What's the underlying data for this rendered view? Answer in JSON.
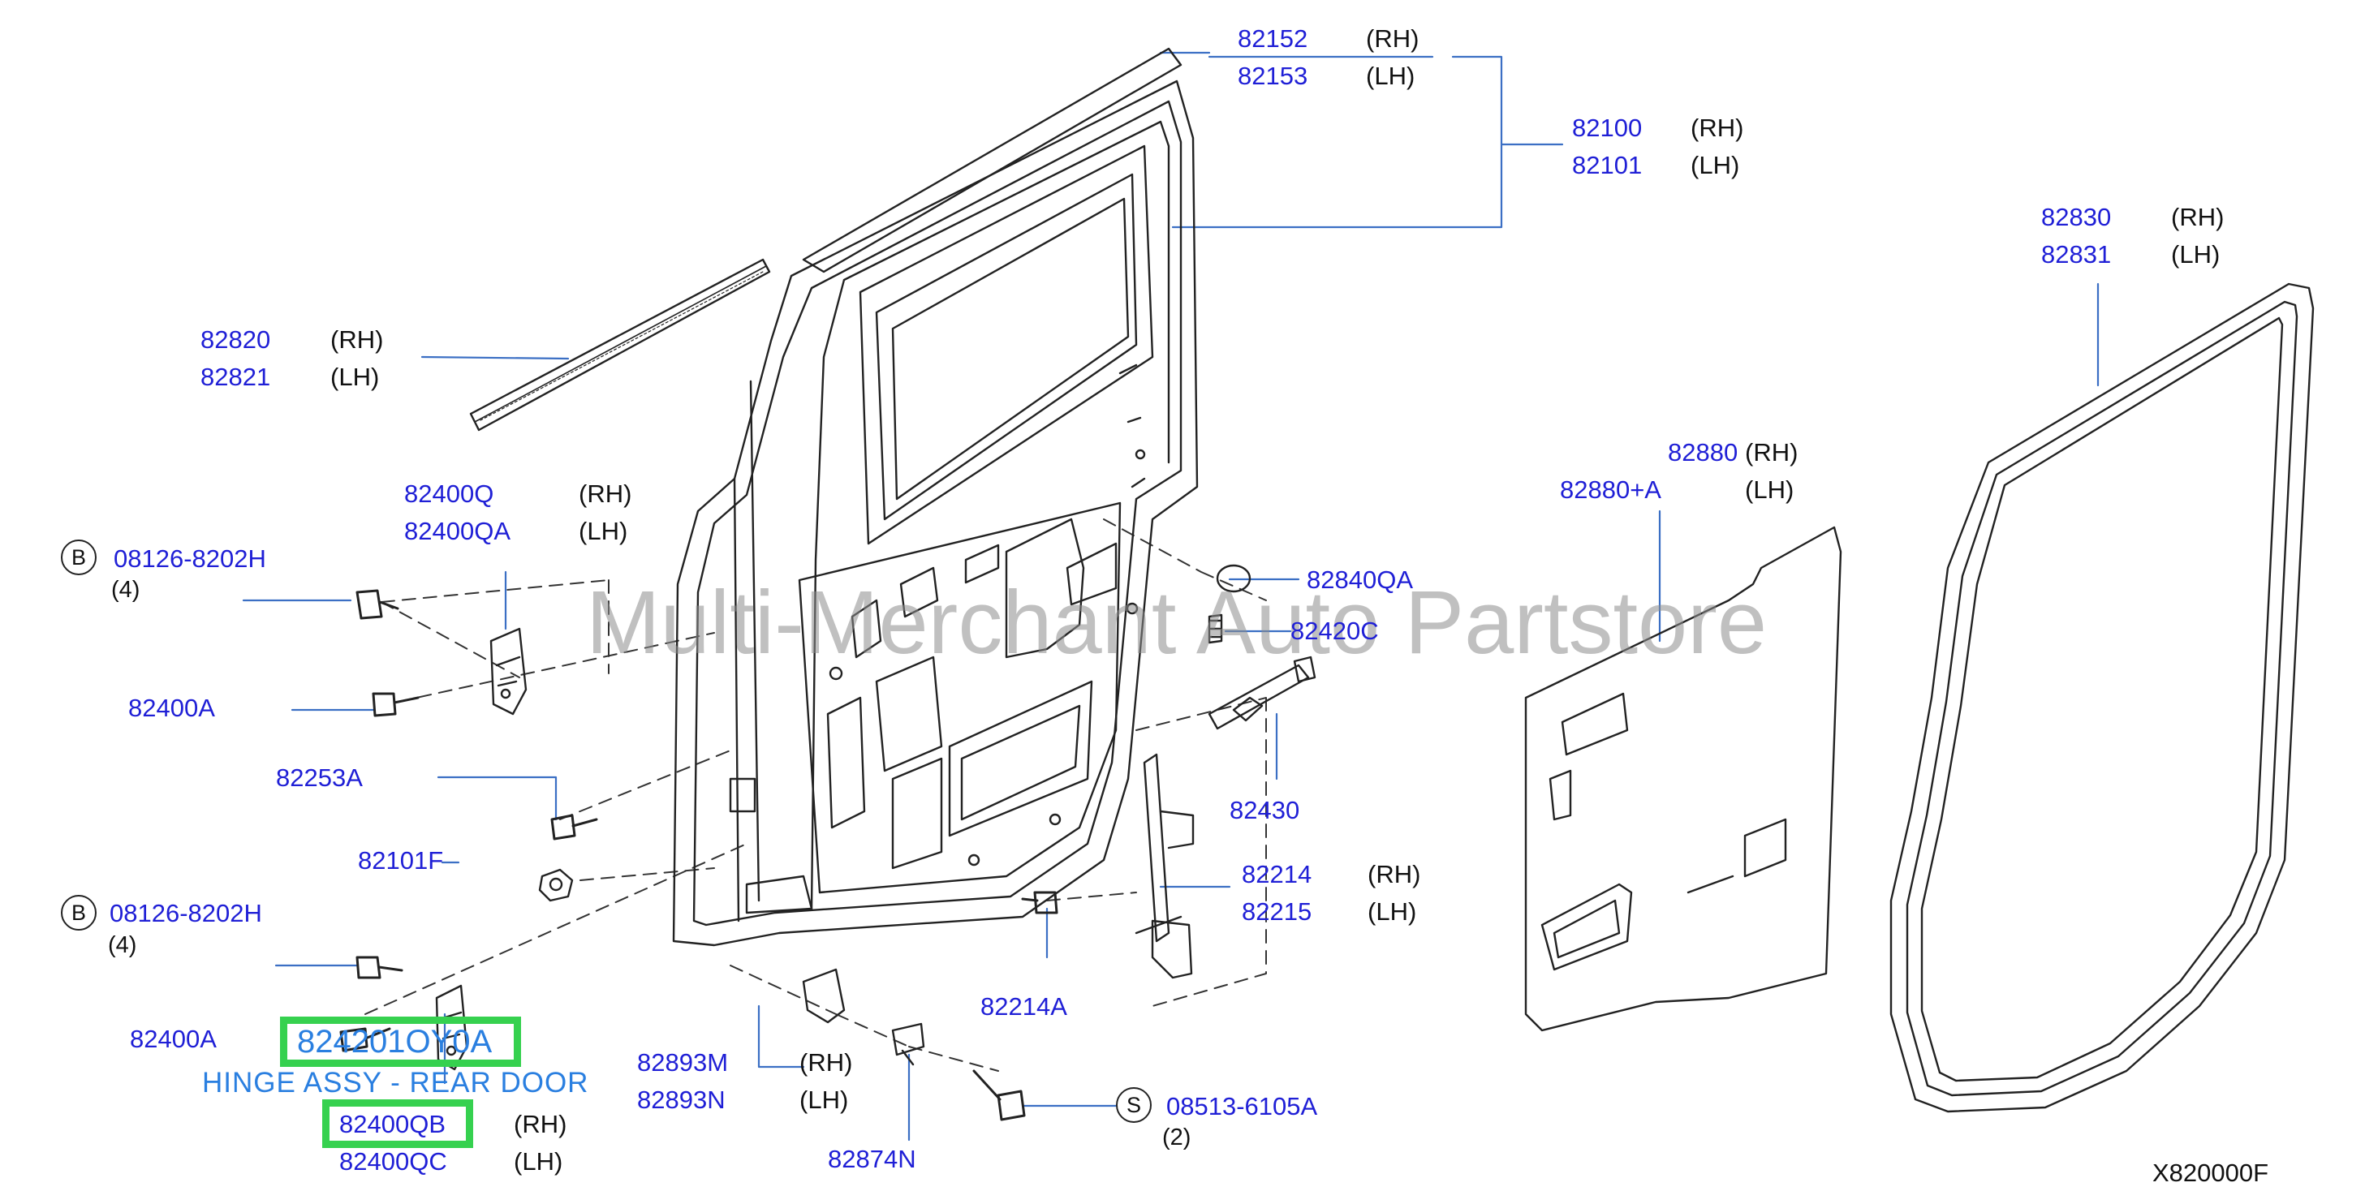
{
  "watermark": "Multi-Merchant Auto Partstore",
  "diagram_code": "X820000F",
  "side_rh": "(RH)",
  "side_lh": "(LH)",
  "colors": {
    "part_number": "#1f1fd6",
    "highlight_box": "#36d14f",
    "highlight_text": "#2a7fe0"
  },
  "labels": {
    "p82152": "82152",
    "p82153": "82153",
    "p82100": "82100",
    "p82101": "82101",
    "p82830": "82830",
    "p82831": "82831",
    "p82820": "82820",
    "p82821": "82821",
    "p82400Q": "82400Q",
    "p82400QA": "82400QA",
    "p08126a": "08126-8202H",
    "q08126a": "(4)",
    "p82400A_top": "82400A",
    "p82880": "82880",
    "p82880A": "82880+A",
    "p82840QA": "82840QA",
    "p82420C": "82420C",
    "p82430": "82430",
    "p82253A": "82253A",
    "p82101F": "82101F",
    "p82214": "82214",
    "p82215": "82215",
    "p08126b": "08126-8202H",
    "q08126b": "(4)",
    "p82214A": "82214A",
    "p82400A_bot": "82400A",
    "p82893M": "82893M",
    "p82893N": "82893N",
    "p82874N": "82874N",
    "p08513": "08513-6105A",
    "q08513": "(2)",
    "p82400QB": "82400QB",
    "p82400QC": "82400QC",
    "circle_b": "B",
    "circle_s": "S"
  },
  "highlight": {
    "part_number": "824201OY0A",
    "description": "HINGE ASSY - REAR DOOR"
  }
}
